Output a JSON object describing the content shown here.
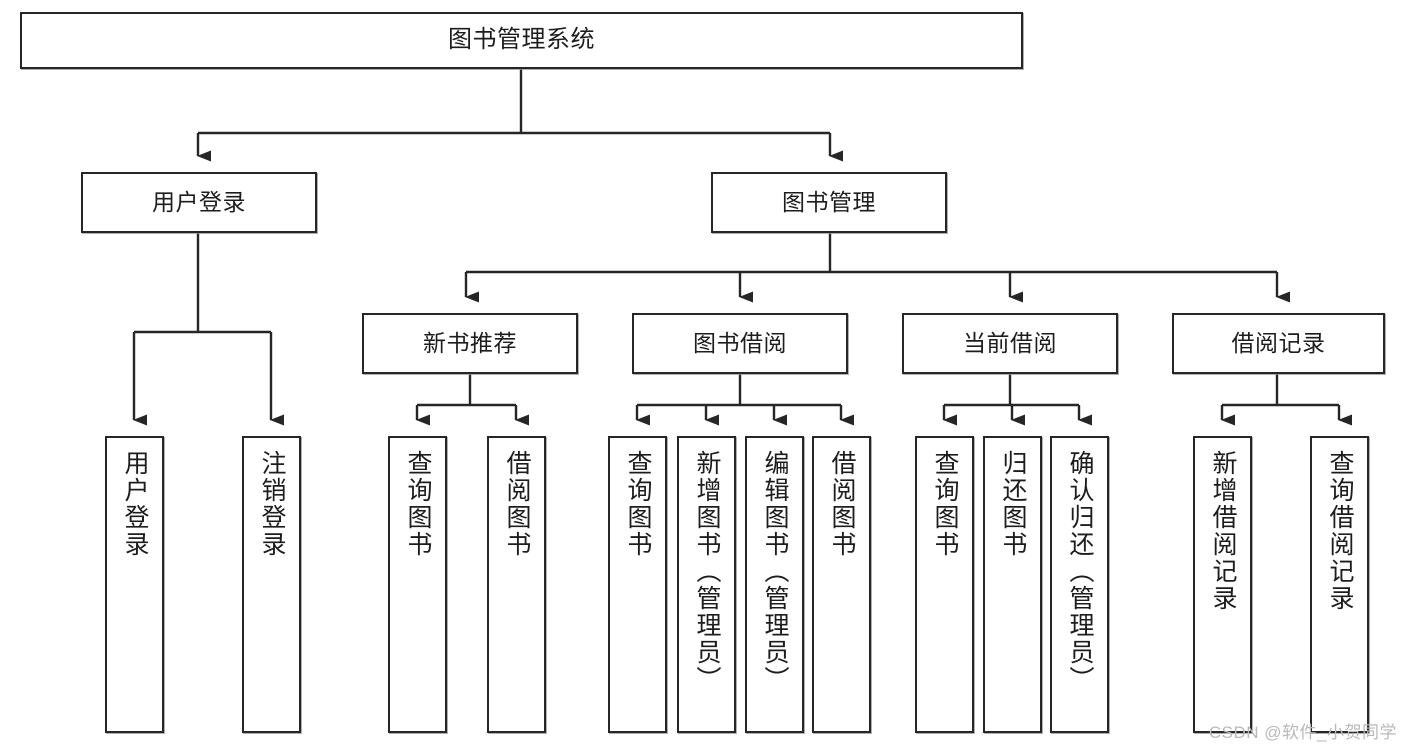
{
  "diagram": {
    "type": "tree",
    "title": "图书管理系统",
    "watermark": "CSDN @软件_小贺同学",
    "colors": {
      "stroke": "#262626",
      "fill": "#ffffff",
      "text": "#1d1d1d",
      "watermark": "#b9b9b9"
    },
    "nodes": {
      "root": "图书管理系统",
      "level2": [
        "用户登录",
        "图书管理"
      ],
      "level3": [
        "新书推荐",
        "图书借阅",
        "当前借阅",
        "借阅记录"
      ],
      "leaves": {
        "user_login": [
          "用户登录",
          "注销登录"
        ],
        "new_book_rec": [
          "查询图书",
          "借阅图书"
        ],
        "book_borrow": [
          "查询图书",
          "新增图书（管理员）",
          "编辑图书（管理员）",
          "借阅图书"
        ],
        "current_borrow": [
          "查询图书",
          "归还图书",
          "确认归还（管理员）"
        ],
        "borrow_record": [
          "新增借阅记录",
          "查询借阅记录"
        ]
      }
    }
  }
}
